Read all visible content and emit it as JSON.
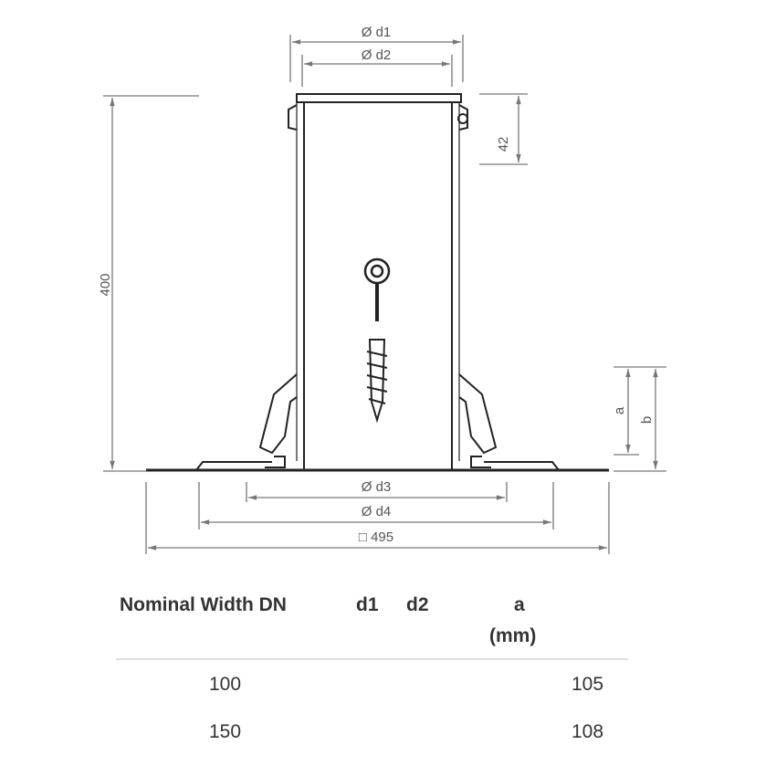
{
  "drawing": {
    "labels": {
      "d1": "Ø d1",
      "d2": "Ø d2",
      "h42": "42",
      "h400": "400",
      "a": "a",
      "b": "b",
      "d3": "Ø d3",
      "d4": "Ø d4",
      "w495": "□ 495"
    }
  },
  "table": {
    "headers": [
      "Nominal Width DN",
      "d1",
      "d2",
      "a",
      "(mm)"
    ],
    "rows": [
      {
        "dn": "100",
        "a": "105"
      },
      {
        "dn": "150",
        "a": "108"
      }
    ]
  }
}
